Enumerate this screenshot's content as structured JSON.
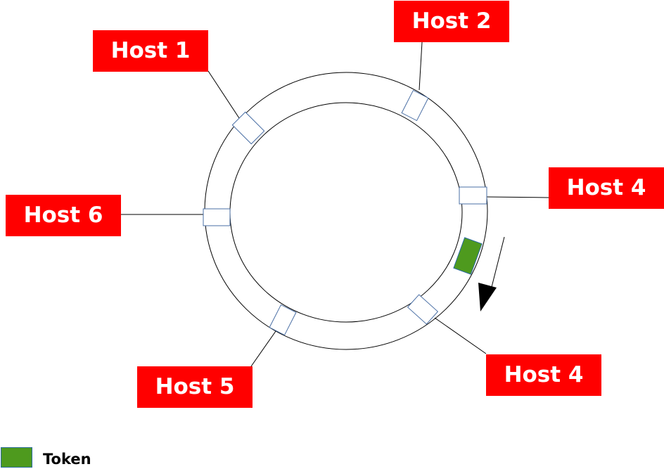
{
  "diagram": {
    "hosts": [
      {
        "id": "host-1-top-left",
        "label": "Host 1"
      },
      {
        "id": "host-2-top-right",
        "label": "Host 2"
      },
      {
        "id": "host-4-right",
        "label": "Host 4"
      },
      {
        "id": "host-4-bottom-right",
        "label": "Host 4"
      },
      {
        "id": "host-5-bottom",
        "label": "Host 5"
      },
      {
        "id": "host-6-left",
        "label": "Host 6"
      }
    ],
    "legend": {
      "token_label": "Token"
    },
    "colors": {
      "host_label_bg": "#ff0000",
      "host_label_text": "#ffffff",
      "token_fill": "#4e9a1e",
      "station_stroke": "#4a6fa5",
      "ring_stroke": "#000000",
      "arrow": "#000000"
    }
  }
}
